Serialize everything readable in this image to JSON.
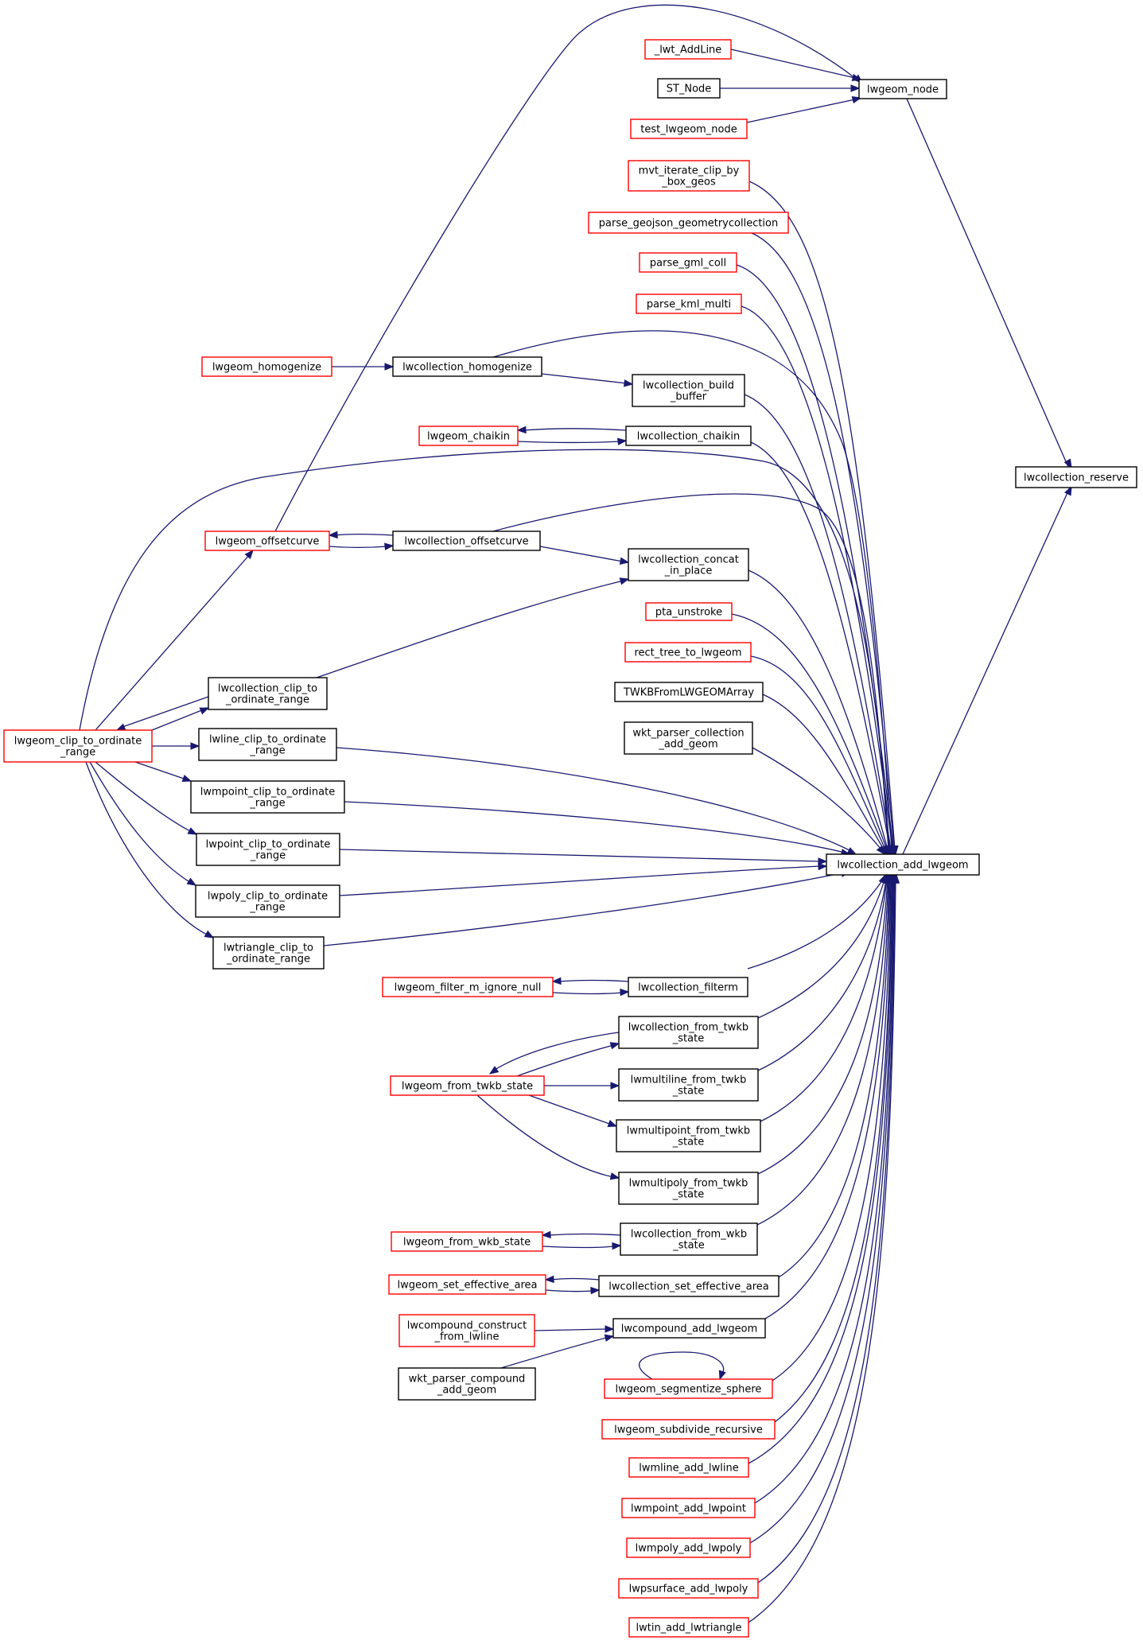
{
  "diagram": {
    "type": "call-graph",
    "colors": {
      "edge": "#191970",
      "border_default": "#000000",
      "border_truncated": "#ff0000",
      "focus_fill": "#bfbfbf",
      "node_fill": "#ffffff"
    },
    "nodes": [
      {
        "id": "reserve",
        "lines": [
          "lwcollection_reserve"
        ],
        "style": "focus"
      },
      {
        "id": "lwgeom_node",
        "lines": [
          "lwgeom_node"
        ],
        "style": "black"
      },
      {
        "id": "add_lwgeom",
        "lines": [
          "lwcollection_add_lwgeom"
        ],
        "style": "black"
      },
      {
        "id": "lwt_addline",
        "lines": [
          "_lwt_AddLine"
        ],
        "style": "red"
      },
      {
        "id": "st_node",
        "lines": [
          "ST_Node"
        ],
        "style": "black"
      },
      {
        "id": "test_lwgeom_node",
        "lines": [
          "test_lwgeom_node"
        ],
        "style": "red"
      },
      {
        "id": "mvt_iterate",
        "lines": [
          "mvt_iterate_clip_by",
          "_box_geos"
        ],
        "style": "red"
      },
      {
        "id": "parse_geojson",
        "lines": [
          "parse_geojson_geometrycollection"
        ],
        "style": "red"
      },
      {
        "id": "parse_gml",
        "lines": [
          "parse_gml_coll"
        ],
        "style": "red"
      },
      {
        "id": "parse_kml",
        "lines": [
          "parse_kml_multi"
        ],
        "style": "red"
      },
      {
        "id": "lwgeom_homogenize",
        "lines": [
          "lwgeom_homogenize"
        ],
        "style": "red"
      },
      {
        "id": "coll_homogenize",
        "lines": [
          "lwcollection_homogenize"
        ],
        "style": "black"
      },
      {
        "id": "coll_build_buffer",
        "lines": [
          "lwcollection_build",
          "_buffer"
        ],
        "style": "black"
      },
      {
        "id": "lwgeom_chaikin",
        "lines": [
          "lwgeom_chaikin"
        ],
        "style": "red"
      },
      {
        "id": "coll_chaikin",
        "lines": [
          "lwcollection_chaikin"
        ],
        "style": "black"
      },
      {
        "id": "lwgeom_offsetcurve",
        "lines": [
          "lwgeom_offsetcurve"
        ],
        "style": "red"
      },
      {
        "id": "coll_offsetcurve",
        "lines": [
          "lwcollection_offsetcurve"
        ],
        "style": "black"
      },
      {
        "id": "coll_concat",
        "lines": [
          "lwcollection_concat",
          "_in_place"
        ],
        "style": "black"
      },
      {
        "id": "pta_unstroke",
        "lines": [
          "pta_unstroke"
        ],
        "style": "red"
      },
      {
        "id": "rect_tree",
        "lines": [
          "rect_tree_to_lwgeom"
        ],
        "style": "red"
      },
      {
        "id": "twkb_array",
        "lines": [
          "TWKBFromLWGEOMArray"
        ],
        "style": "black"
      },
      {
        "id": "wkt_coll_add",
        "lines": [
          "wkt_parser_collection",
          "_add_geom"
        ],
        "style": "black"
      },
      {
        "id": "lwgeom_clip",
        "lines": [
          "lwgeom_clip_to_ordinate",
          "_range"
        ],
        "style": "red"
      },
      {
        "id": "coll_clip",
        "lines": [
          "lwcollection_clip_to",
          "_ordinate_range"
        ],
        "style": "black"
      },
      {
        "id": "line_clip",
        "lines": [
          "lwline_clip_to_ordinate",
          "_range"
        ],
        "style": "black"
      },
      {
        "id": "mpoint_clip",
        "lines": [
          "lwmpoint_clip_to_ordinate",
          "_range"
        ],
        "style": "black"
      },
      {
        "id": "point_clip",
        "lines": [
          "lwpoint_clip_to_ordinate",
          "_range"
        ],
        "style": "black"
      },
      {
        "id": "poly_clip",
        "lines": [
          "lwpoly_clip_to_ordinate",
          "_range"
        ],
        "style": "black"
      },
      {
        "id": "triangle_clip",
        "lines": [
          "lwtriangle_clip_to",
          "_ordinate_range"
        ],
        "style": "black"
      },
      {
        "id": "filter_m",
        "lines": [
          "lwgeom_filter_m_ignore_null"
        ],
        "style": "red"
      },
      {
        "id": "coll_filterm",
        "lines": [
          "lwcollection_filterm"
        ],
        "style": "black"
      },
      {
        "id": "coll_from_twkb",
        "lines": [
          "lwcollection_from_twkb",
          "_state"
        ],
        "style": "black"
      },
      {
        "id": "lwgeom_from_twkb",
        "lines": [
          "lwgeom_from_twkb_state"
        ],
        "style": "red"
      },
      {
        "id": "mline_from_twkb",
        "lines": [
          "lwmultiline_from_twkb",
          "_state"
        ],
        "style": "black"
      },
      {
        "id": "mpoint_from_twkb",
        "lines": [
          "lwmultipoint_from_twkb",
          "_state"
        ],
        "style": "black"
      },
      {
        "id": "mpoly_from_twkb",
        "lines": [
          "lwmultipoly_from_twkb",
          "_state"
        ],
        "style": "black"
      },
      {
        "id": "lwgeom_from_wkb",
        "lines": [
          "lwgeom_from_wkb_state"
        ],
        "style": "red"
      },
      {
        "id": "coll_from_wkb",
        "lines": [
          "lwcollection_from_wkb",
          "_state"
        ],
        "style": "black"
      },
      {
        "id": "set_effective_area",
        "lines": [
          "lwgeom_set_effective_area"
        ],
        "style": "red"
      },
      {
        "id": "coll_set_effective_area",
        "lines": [
          "lwcollection_set_effective_area"
        ],
        "style": "black"
      },
      {
        "id": "compound_construct",
        "lines": [
          "lwcompound_construct",
          "_from_lwline"
        ],
        "style": "red"
      },
      {
        "id": "compound_add",
        "lines": [
          "lwcompound_add_lwgeom"
        ],
        "style": "black"
      },
      {
        "id": "wkt_compound_add",
        "lines": [
          "wkt_parser_compound",
          "_add_geom"
        ],
        "style": "black"
      },
      {
        "id": "segmentize_sphere",
        "lines": [
          "lwgeom_segmentize_sphere"
        ],
        "style": "red"
      },
      {
        "id": "subdivide",
        "lines": [
          "lwgeom_subdivide_recursive"
        ],
        "style": "red"
      },
      {
        "id": "mline_add",
        "lines": [
          "lwmline_add_lwline"
        ],
        "style": "red"
      },
      {
        "id": "mpoint_add",
        "lines": [
          "lwmpoint_add_lwpoint"
        ],
        "style": "red"
      },
      {
        "id": "mpoly_add",
        "lines": [
          "lwmpoly_add_lwpoly"
        ],
        "style": "red"
      },
      {
        "id": "psurface_add",
        "lines": [
          "lwpsurface_add_lwpoly"
        ],
        "style": "red"
      },
      {
        "id": "tin_add",
        "lines": [
          "lwtin_add_lwtriangle"
        ],
        "style": "red"
      }
    ],
    "edges": [
      {
        "from": "lwgeom_node",
        "to": "reserve"
      },
      {
        "from": "add_lwgeom",
        "to": "reserve"
      },
      {
        "from": "lwt_addline",
        "to": "lwgeom_node"
      },
      {
        "from": "st_node",
        "to": "lwgeom_node"
      },
      {
        "from": "test_lwgeom_node",
        "to": "lwgeom_node"
      },
      {
        "from": "lwgeom_offsetcurve",
        "to": "lwgeom_node"
      },
      {
        "from": "mvt_iterate",
        "to": "add_lwgeom"
      },
      {
        "from": "parse_geojson",
        "to": "add_lwgeom"
      },
      {
        "from": "parse_gml",
        "to": "add_lwgeom"
      },
      {
        "from": "parse_kml",
        "to": "add_lwgeom"
      },
      {
        "from": "coll_homogenize",
        "to": "add_lwgeom"
      },
      {
        "from": "coll_build_buffer",
        "to": "add_lwgeom"
      },
      {
        "from": "coll_chaikin",
        "to": "add_lwgeom"
      },
      {
        "from": "lwgeom_clip",
        "to": "add_lwgeom"
      },
      {
        "from": "coll_offsetcurve",
        "to": "add_lwgeom"
      },
      {
        "from": "coll_concat",
        "to": "add_lwgeom"
      },
      {
        "from": "pta_unstroke",
        "to": "add_lwgeom"
      },
      {
        "from": "rect_tree",
        "to": "add_lwgeom"
      },
      {
        "from": "twkb_array",
        "to": "add_lwgeom"
      },
      {
        "from": "wkt_coll_add",
        "to": "add_lwgeom"
      },
      {
        "from": "line_clip",
        "to": "add_lwgeom"
      },
      {
        "from": "mpoint_clip",
        "to": "add_lwgeom"
      },
      {
        "from": "point_clip",
        "to": "add_lwgeom"
      },
      {
        "from": "poly_clip",
        "to": "add_lwgeom"
      },
      {
        "from": "triangle_clip",
        "to": "add_lwgeom"
      },
      {
        "from": "coll_filterm",
        "to": "add_lwgeom"
      },
      {
        "from": "coll_from_twkb",
        "to": "add_lwgeom"
      },
      {
        "from": "mline_from_twkb",
        "to": "add_lwgeom"
      },
      {
        "from": "mpoint_from_twkb",
        "to": "add_lwgeom"
      },
      {
        "from": "mpoly_from_twkb",
        "to": "add_lwgeom"
      },
      {
        "from": "coll_from_wkb",
        "to": "add_lwgeom"
      },
      {
        "from": "coll_set_effective_area",
        "to": "add_lwgeom"
      },
      {
        "from": "compound_add",
        "to": "add_lwgeom"
      },
      {
        "from": "segmentize_sphere",
        "to": "add_lwgeom"
      },
      {
        "from": "subdivide",
        "to": "add_lwgeom"
      },
      {
        "from": "mline_add",
        "to": "add_lwgeom"
      },
      {
        "from": "mpoint_add",
        "to": "add_lwgeom"
      },
      {
        "from": "mpoly_add",
        "to": "add_lwgeom"
      },
      {
        "from": "psurface_add",
        "to": "add_lwgeom"
      },
      {
        "from": "tin_add",
        "to": "add_lwgeom"
      },
      {
        "from": "lwgeom_homogenize",
        "to": "coll_homogenize"
      },
      {
        "from": "coll_homogenize",
        "to": "coll_build_buffer"
      },
      {
        "from": "lwgeom_chaikin",
        "to": "coll_chaikin"
      },
      {
        "from": "coll_chaikin",
        "to": "lwgeom_chaikin"
      },
      {
        "from": "lwgeom_offsetcurve",
        "to": "coll_offsetcurve"
      },
      {
        "from": "coll_offsetcurve",
        "to": "lwgeom_offsetcurve"
      },
      {
        "from": "coll_offsetcurve",
        "to": "coll_concat"
      },
      {
        "from": "coll_clip",
        "to": "coll_concat"
      },
      {
        "from": "lwgeom_clip",
        "to": "lwgeom_offsetcurve"
      },
      {
        "from": "lwgeom_clip",
        "to": "coll_clip"
      },
      {
        "from": "coll_clip",
        "to": "lwgeom_clip"
      },
      {
        "from": "lwgeom_clip",
        "to": "line_clip"
      },
      {
        "from": "lwgeom_clip",
        "to": "mpoint_clip"
      },
      {
        "from": "lwgeom_clip",
        "to": "point_clip"
      },
      {
        "from": "lwgeom_clip",
        "to": "poly_clip"
      },
      {
        "from": "lwgeom_clip",
        "to": "triangle_clip"
      },
      {
        "from": "filter_m",
        "to": "coll_filterm"
      },
      {
        "from": "coll_filterm",
        "to": "filter_m"
      },
      {
        "from": "lwgeom_from_twkb",
        "to": "coll_from_twkb"
      },
      {
        "from": "coll_from_twkb",
        "to": "lwgeom_from_twkb"
      },
      {
        "from": "lwgeom_from_twkb",
        "to": "mline_from_twkb"
      },
      {
        "from": "lwgeom_from_twkb",
        "to": "mpoint_from_twkb"
      },
      {
        "from": "lwgeom_from_twkb",
        "to": "mpoly_from_twkb"
      },
      {
        "from": "lwgeom_from_wkb",
        "to": "coll_from_wkb"
      },
      {
        "from": "coll_from_wkb",
        "to": "lwgeom_from_wkb"
      },
      {
        "from": "set_effective_area",
        "to": "coll_set_effective_area"
      },
      {
        "from": "coll_set_effective_area",
        "to": "set_effective_area"
      },
      {
        "from": "compound_construct",
        "to": "compound_add"
      },
      {
        "from": "wkt_compound_add",
        "to": "compound_add"
      },
      {
        "from": "segmentize_sphere",
        "to": "segmentize_sphere"
      }
    ]
  }
}
